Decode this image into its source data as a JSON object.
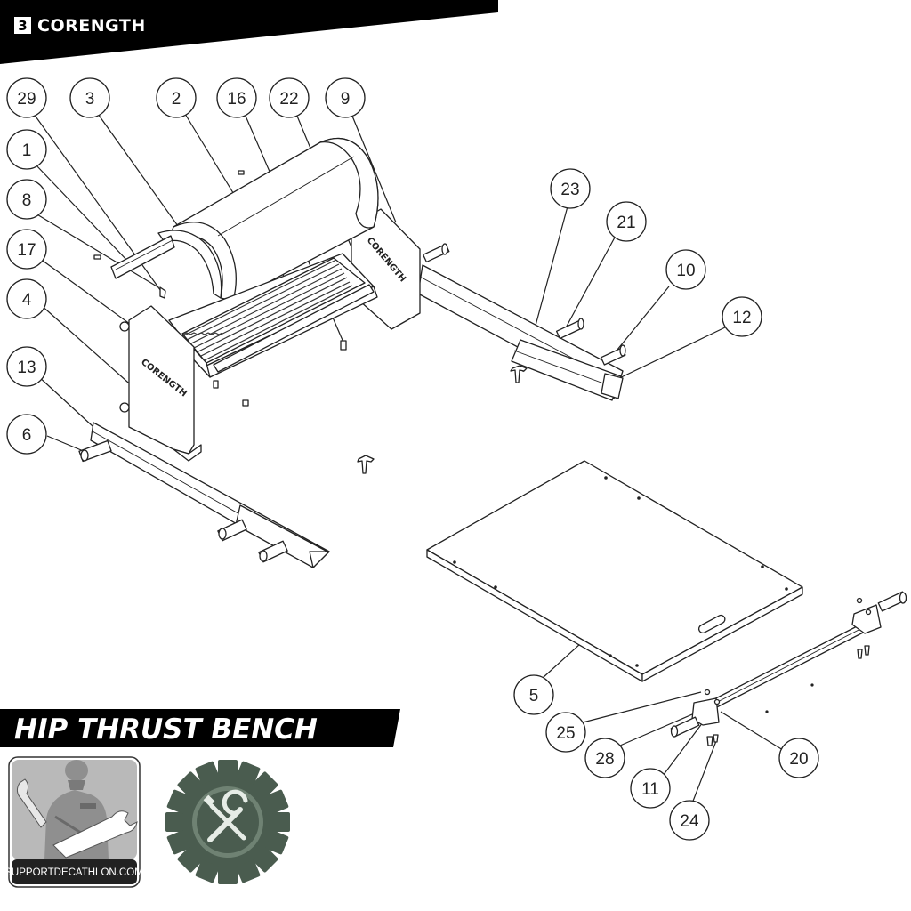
{
  "brand": {
    "name": "CORENGTH",
    "logo_glyph": "3"
  },
  "product_title": "HIP THRUST BENCH",
  "support": {
    "site": "SUPPORTDECATHLON.COM"
  },
  "frame_text": {
    "front": "CORENGTH",
    "back": "CORENGTH"
  },
  "callouts": [
    "29",
    "3",
    "2",
    "16",
    "22",
    "9",
    "1",
    "8",
    "17",
    "4",
    "13",
    "6",
    "23",
    "21",
    "10",
    "12",
    "5",
    "25",
    "28",
    "11",
    "24",
    "20"
  ],
  "colors": {
    "black": "#000000",
    "gear_green": "#4a5c4f",
    "gear_inner": "#6f8273",
    "technician_gray": "#8f8f8f"
  },
  "icons": [
    "technician-icon",
    "gear-tools-icon"
  ]
}
